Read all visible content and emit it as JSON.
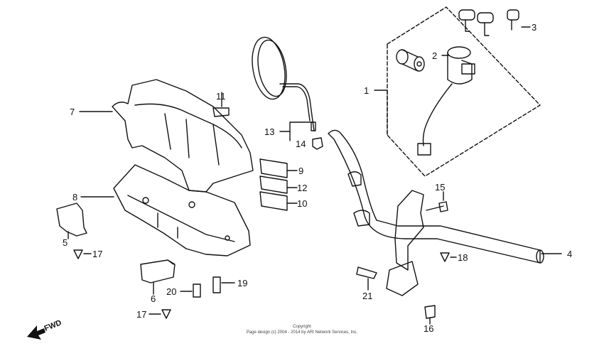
{
  "labels": {
    "p1": "1",
    "p2": "2",
    "p3": "3",
    "p4": "4",
    "p5": "5",
    "p6": "6",
    "p7": "7",
    "p8": "8",
    "p9": "9",
    "p10": "10",
    "p11": "11",
    "p12": "12",
    "p13": "13",
    "p14": "14",
    "p15": "15",
    "p16": "16",
    "p17a": "17",
    "p17b": "17",
    "p18": "18",
    "p19": "19",
    "p20": "20",
    "p21": "21"
  },
  "fwd": "FWD",
  "copyright": {
    "line1": "Copyright",
    "line2": "Page design (c) 2004 - 2014 by ARI Network Services, Inc."
  }
}
